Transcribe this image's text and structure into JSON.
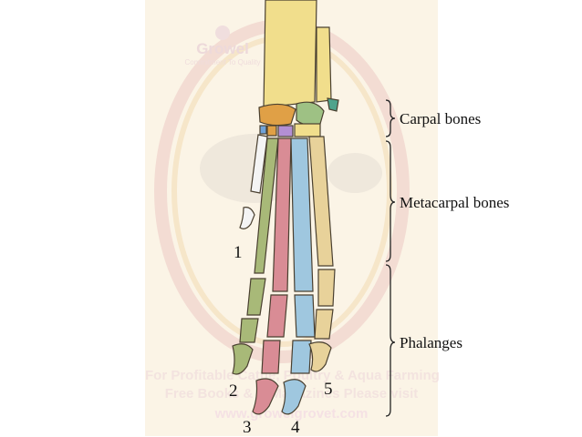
{
  "watermark": {
    "logo_text": "Growel",
    "logo_tagline": "Commitment To Quality",
    "line1": "For Profitable Cattle, Poultry & Aqua Farming",
    "line2": "Free Books & E-Magazines Please visit",
    "line3": "www.growelgrovet.com"
  },
  "labels": {
    "carpal": "Carpal bones",
    "metacarpal": "Metacarpal bones",
    "phalanges": "Phalanges"
  },
  "digits": {
    "d1": "1",
    "d2": "2",
    "d3": "3",
    "d4": "4",
    "d5": "5"
  },
  "colors": {
    "panel_bg": "#fbf4e6",
    "radius_ulna": "#f1de8c",
    "digit1": "#f4f4f4",
    "digit2": "#a8b978",
    "digit3": "#d98c95",
    "digit4": "#9fc7df",
    "digit5": "#e8d29a",
    "carpal_orange": "#e0a046",
    "carpal_green": "#9ec184",
    "carpal_teal": "#4fa38c",
    "carpal_purple": "#b38fd4",
    "carpal_blue": "#6fa2d8",
    "bracket": "#222222"
  }
}
